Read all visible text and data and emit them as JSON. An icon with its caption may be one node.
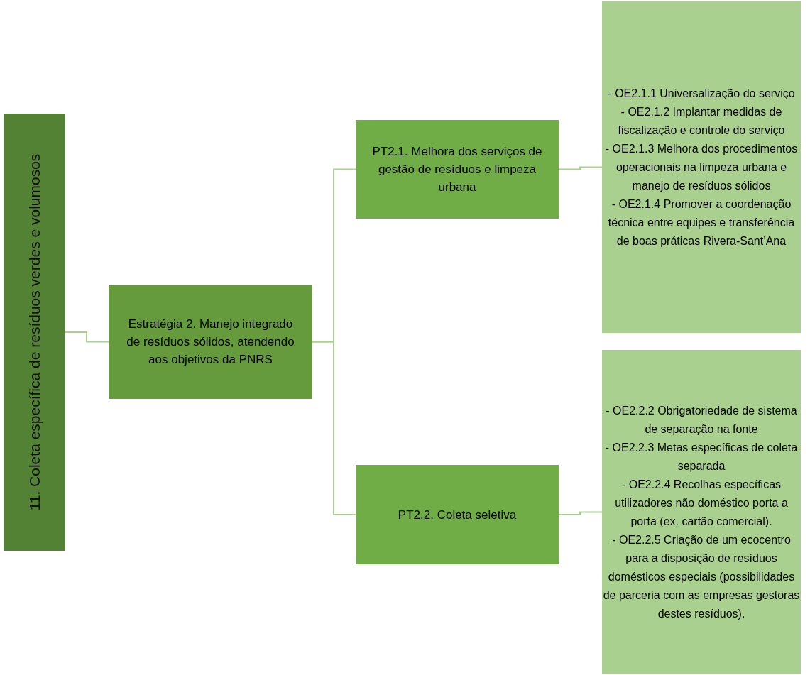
{
  "diagram": {
    "nodes": [
      {
        "text": [
          "11. Coleta específica de resíduos verdes e volumosos"
        ]
      },
      {
        "text": [
          "Estratégia 2. Manejo integrado de resíduos sólidos, atendendo aos objetivos da PNRS"
        ]
      },
      {
        "text": [
          "PT2.1. Melhora dos serviços de gestão de resíduos e limpeza urbana"
        ]
      },
      {
        "text": [
          "PT2.2. Coleta seletiva"
        ]
      },
      {
        "text": [
          "- OE2.1.1 Universalização do serviço",
          "- OE2.1.2 Implantar medidas de fiscalização e controle do serviço",
          "- OE2.1.3 Melhora dos procedimentos operacionais na limpeza urbana e manejo de resíduos sólidos",
          "- OE2.1.4 Promover a coordenação técnica entre equipes e transferência de boas práticas Rivera-Sant’Ana"
        ]
      },
      {
        "text": [
          "- OE2.2.2 Obrigatoriedade de sistema de separação na fonte",
          "- OE2.2.3 Metas específicas de coleta separada",
          "- OE2.2.4 Recolhas específicas utilizadores não doméstico porta a porta (ex. cartão comercial).",
          "- OE2.2.5 Criação de um ecocentro para a disposição de resíduos domésticos especiais (possibilidades de parceria com as empresas gestoras destes resíduos)."
        ]
      }
    ],
    "edges": [
      {
        "from": 0,
        "to": 1,
        "arrow": "none"
      },
      {
        "from": 1,
        "to": 2,
        "arrow": "none"
      },
      {
        "from": 1,
        "to": 3,
        "arrow": "none"
      },
      {
        "from": 2,
        "to": 4,
        "arrow": "none"
      },
      {
        "from": 3,
        "to": 5,
        "arrow": "none"
      }
    ]
  }
}
